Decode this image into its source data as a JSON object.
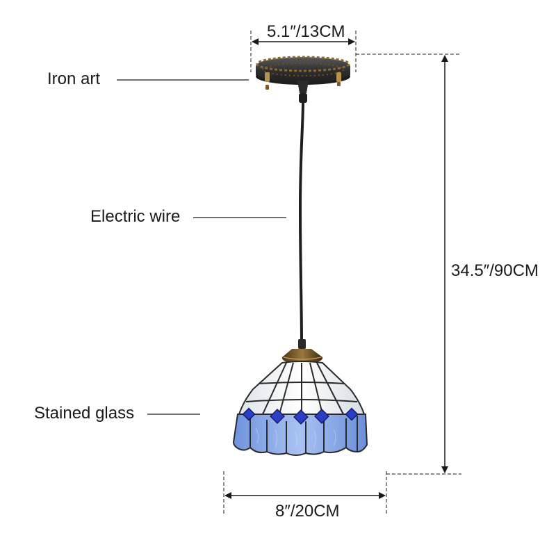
{
  "labels": {
    "iron_art": "Iron art",
    "electric_wire": "Electric wire",
    "stained_glass": "Stained glass"
  },
  "dimensions": {
    "top_width": "5.1″/13CM",
    "height": "34.5″/90CM",
    "shade_width": "8″/20CM"
  },
  "colors": {
    "line": "#1a1a1a",
    "iron": "#3a3a3a",
    "bronze": "#7a5a2a",
    "glass_white": "#f4f6f8",
    "glass_blue": "#8fb0ec",
    "glass_jewel": "#2a3fc8",
    "lead": "#2a2a2a"
  }
}
